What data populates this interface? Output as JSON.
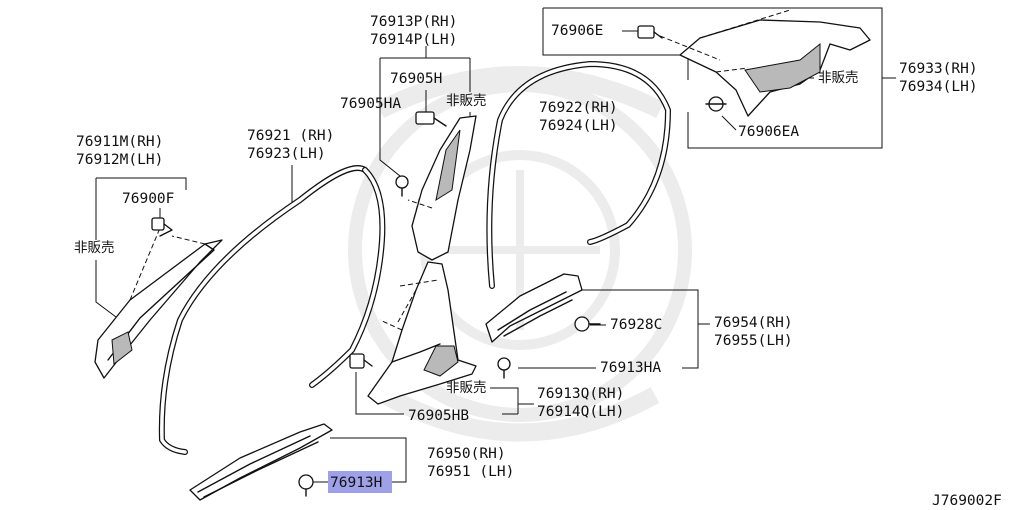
{
  "labels": {
    "p76913P": "76913P(RH)",
    "p76914P": "76914P(LH)",
    "p76905H": "76905H",
    "p76905HA": "76905HA",
    "hiHanbai_b": "非販売",
    "p76906E": "76906E",
    "hiHanbai_c": "非販売",
    "p76933": "76933(RH)",
    "p76934": "76934(LH)",
    "p76906EA": "76906EA",
    "p76922": "76922(RH)",
    "p76924": "76924(LH)",
    "p76911M": "76911M(RH)",
    "p76912M": "76912M(LH)",
    "p76900F": "76900F",
    "hiHanbai_a": "非販売",
    "p76921": "76921 (RH)",
    "p76923": "76923(LH)",
    "p76928C": "76928C",
    "p76954": "76954(RH)",
    "p76955": "76955(LH)",
    "p76913HA": "76913HA",
    "hiHanbai_d": "非販売",
    "p76913Q": "76913Q(RH)",
    "p76914Q": "76914Q(LH)",
    "p76905HB": "76905HB",
    "p76950": "76950(RH)",
    "p76951": "76951 (LH)",
    "p76913H": "76913H",
    "diagram_code": "J769002F"
  },
  "colors": {
    "highlight": "#9ea1e8",
    "line": "#111111",
    "watermark": "#ececec"
  }
}
